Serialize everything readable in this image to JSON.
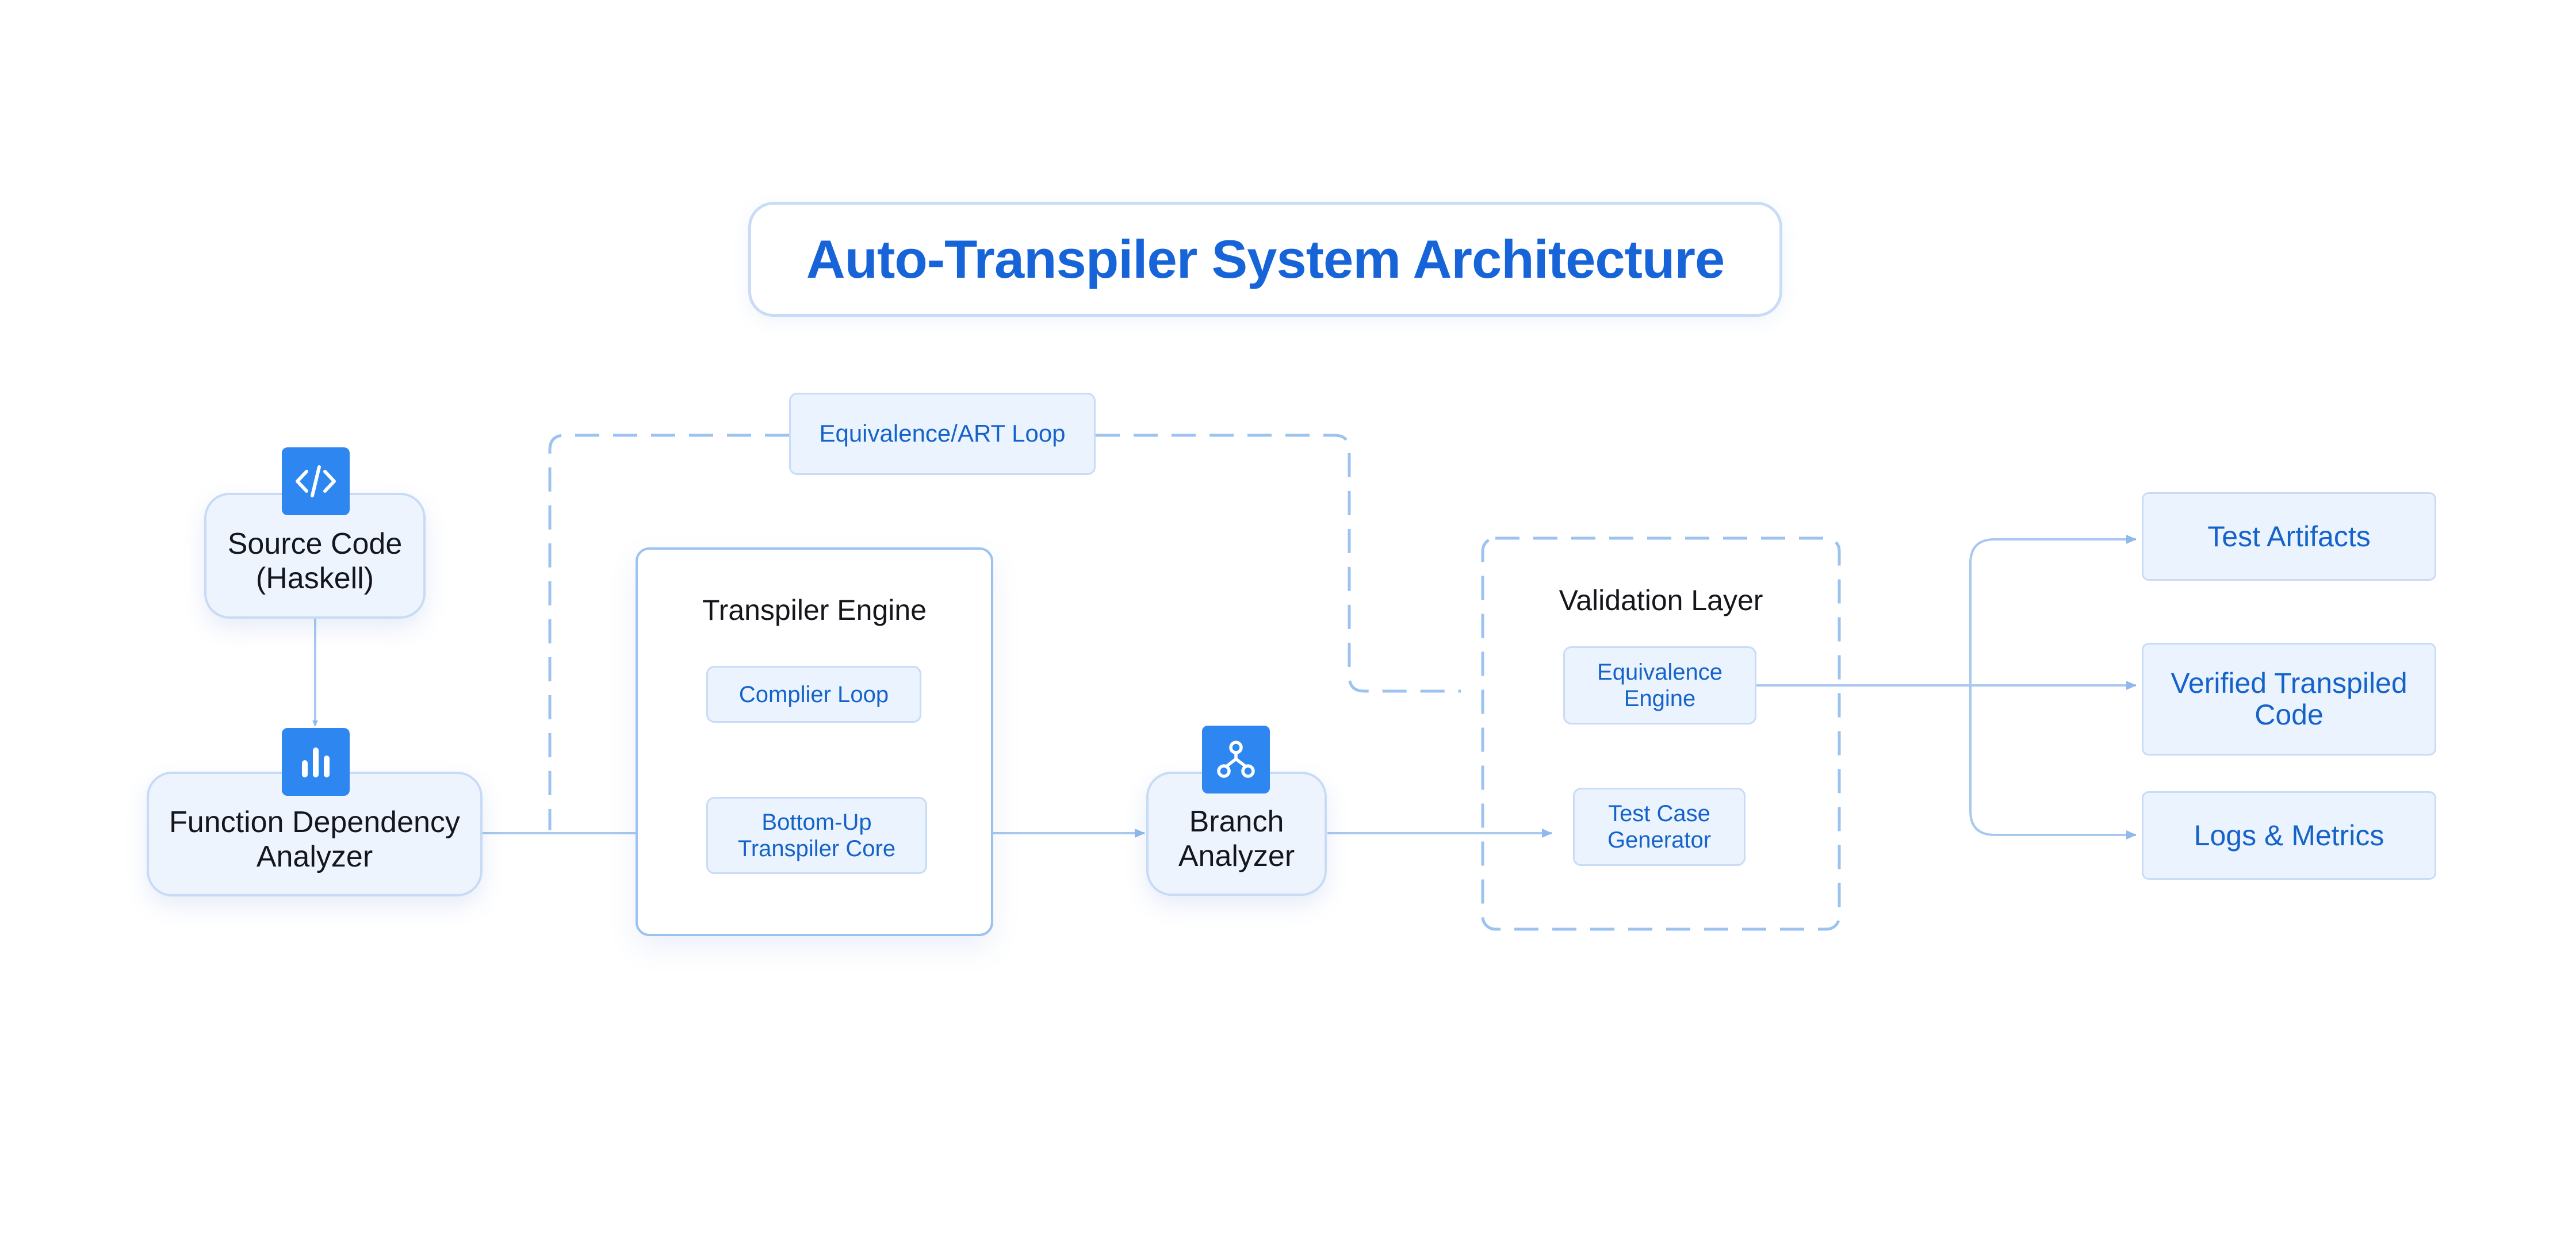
{
  "title": "Auto-Transpiler System Architecture",
  "nodes": {
    "source_code": "Source Code\n(Haskell)",
    "function_dependency_analyzer": "Function Dependency\nAnalyzer",
    "branch_analyzer": "Branch\nAnalyzer"
  },
  "loop_label": "Equivalence/ART Loop",
  "transpiler_engine": {
    "title": "Transpiler Engine",
    "complier_loop": "Complier Loop",
    "core": "Bottom-Up\nTranspiler Core"
  },
  "validation_layer": {
    "title": "Validation Layer",
    "equivalence_engine": "Equivalence\nEngine",
    "test_case_generator": "Test Case\nGenerator"
  },
  "outputs": [
    "Test Artifacts",
    "Verified Transpiled\nCode",
    "Logs & Metrics"
  ],
  "icons": {
    "source_code": "code-icon",
    "function_dependency_analyzer": "bar-chart-icon",
    "branch_analyzer": "branch-icon"
  },
  "colors": {
    "title_text": "#1764d8",
    "accent": "#2e86f0",
    "node_fill": "#edf4fe",
    "sub_text": "#1563c9",
    "connector": "#a8c8f0"
  }
}
